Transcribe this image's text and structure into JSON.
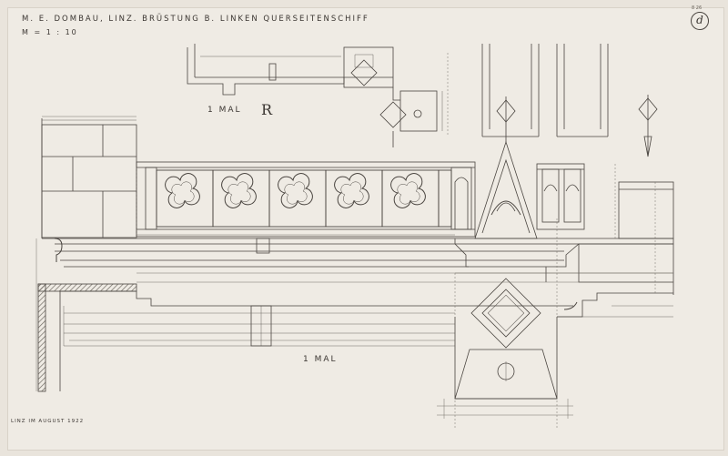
{
  "title_block": {
    "line1": "M. E. DOMBAU, LINZ. BRÜSTUNG B. LINKEN QUERSEITENSCHIFF",
    "line2": "M = 1 : 10"
  },
  "labels": {
    "scale_upper": "1 MAL",
    "upper_mark": "R",
    "scale_lower": "1 MAL",
    "footer": "LINZ IM AUGUST 1922",
    "sheet_letter": "d",
    "sheet_ref": "8 26"
  },
  "colors": {
    "paper": "#efebe4",
    "ink": "#4a4540",
    "hatch": "#8a847a"
  }
}
